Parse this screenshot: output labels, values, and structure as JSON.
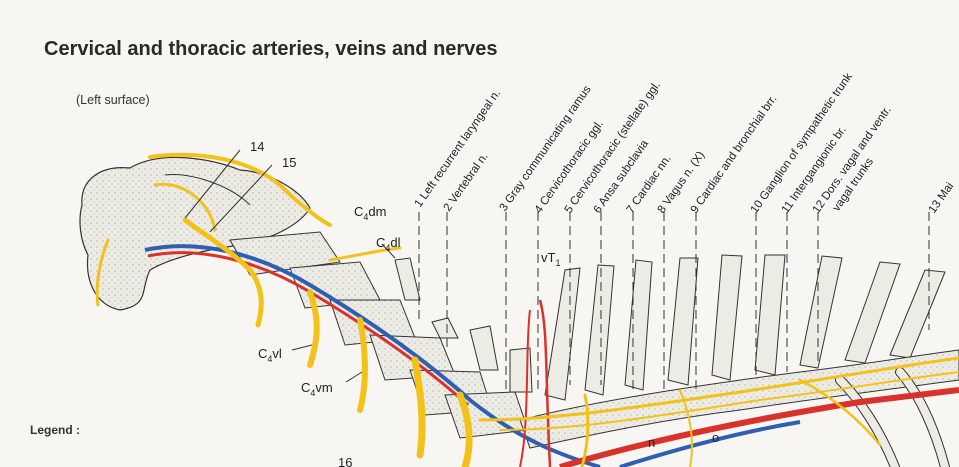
{
  "title": "Cervical and thoracic arteries, veins and nerves",
  "subtitle": "(Left surface)",
  "legend_label": "Legend :",
  "callouts": [
    "1  Left recurrent laryngeal n.",
    "2  Vertebral n.",
    "3  Gray communicating ramus",
    "4  Cervicothoracic ggl.",
    "5  Cervicothoracic (stellate) ggl.",
    "6  Ansa subclavia",
    "7  Cardiac nn.",
    "8  Vagus n. (X)",
    "9  Cardiac and bronchial brr.",
    "10  Ganglion of sympathetic trunk",
    "11  Intergangionic br.",
    "12  Dors. vagal and ventr.",
    "vagal trunks",
    "13  Mai"
  ],
  "labels": {
    "n14": "14",
    "n15": "15",
    "c4dm": "C",
    "c4dm_sub": "4",
    "c4dm_tail": "dm",
    "c4dl": "C",
    "c4dl_sub": "4",
    "c4dl_tail": "dl",
    "c4vl": "C",
    "c4vl_sub": "4",
    "c4vl_tail": "vl",
    "c4vm": "C",
    "c4vm_sub": "4",
    "c4vm_tail": "vm",
    "vt1": "vT",
    "vt1_sub": "1",
    "n_letter": "n",
    "o_letter": "o",
    "bottom_16": "16"
  },
  "colors": {
    "nerve": "#f2c21a",
    "artery": "#d8322a",
    "vein": "#2f5fb0",
    "bone": "#ecebe4",
    "bone_outline": "#333333"
  }
}
